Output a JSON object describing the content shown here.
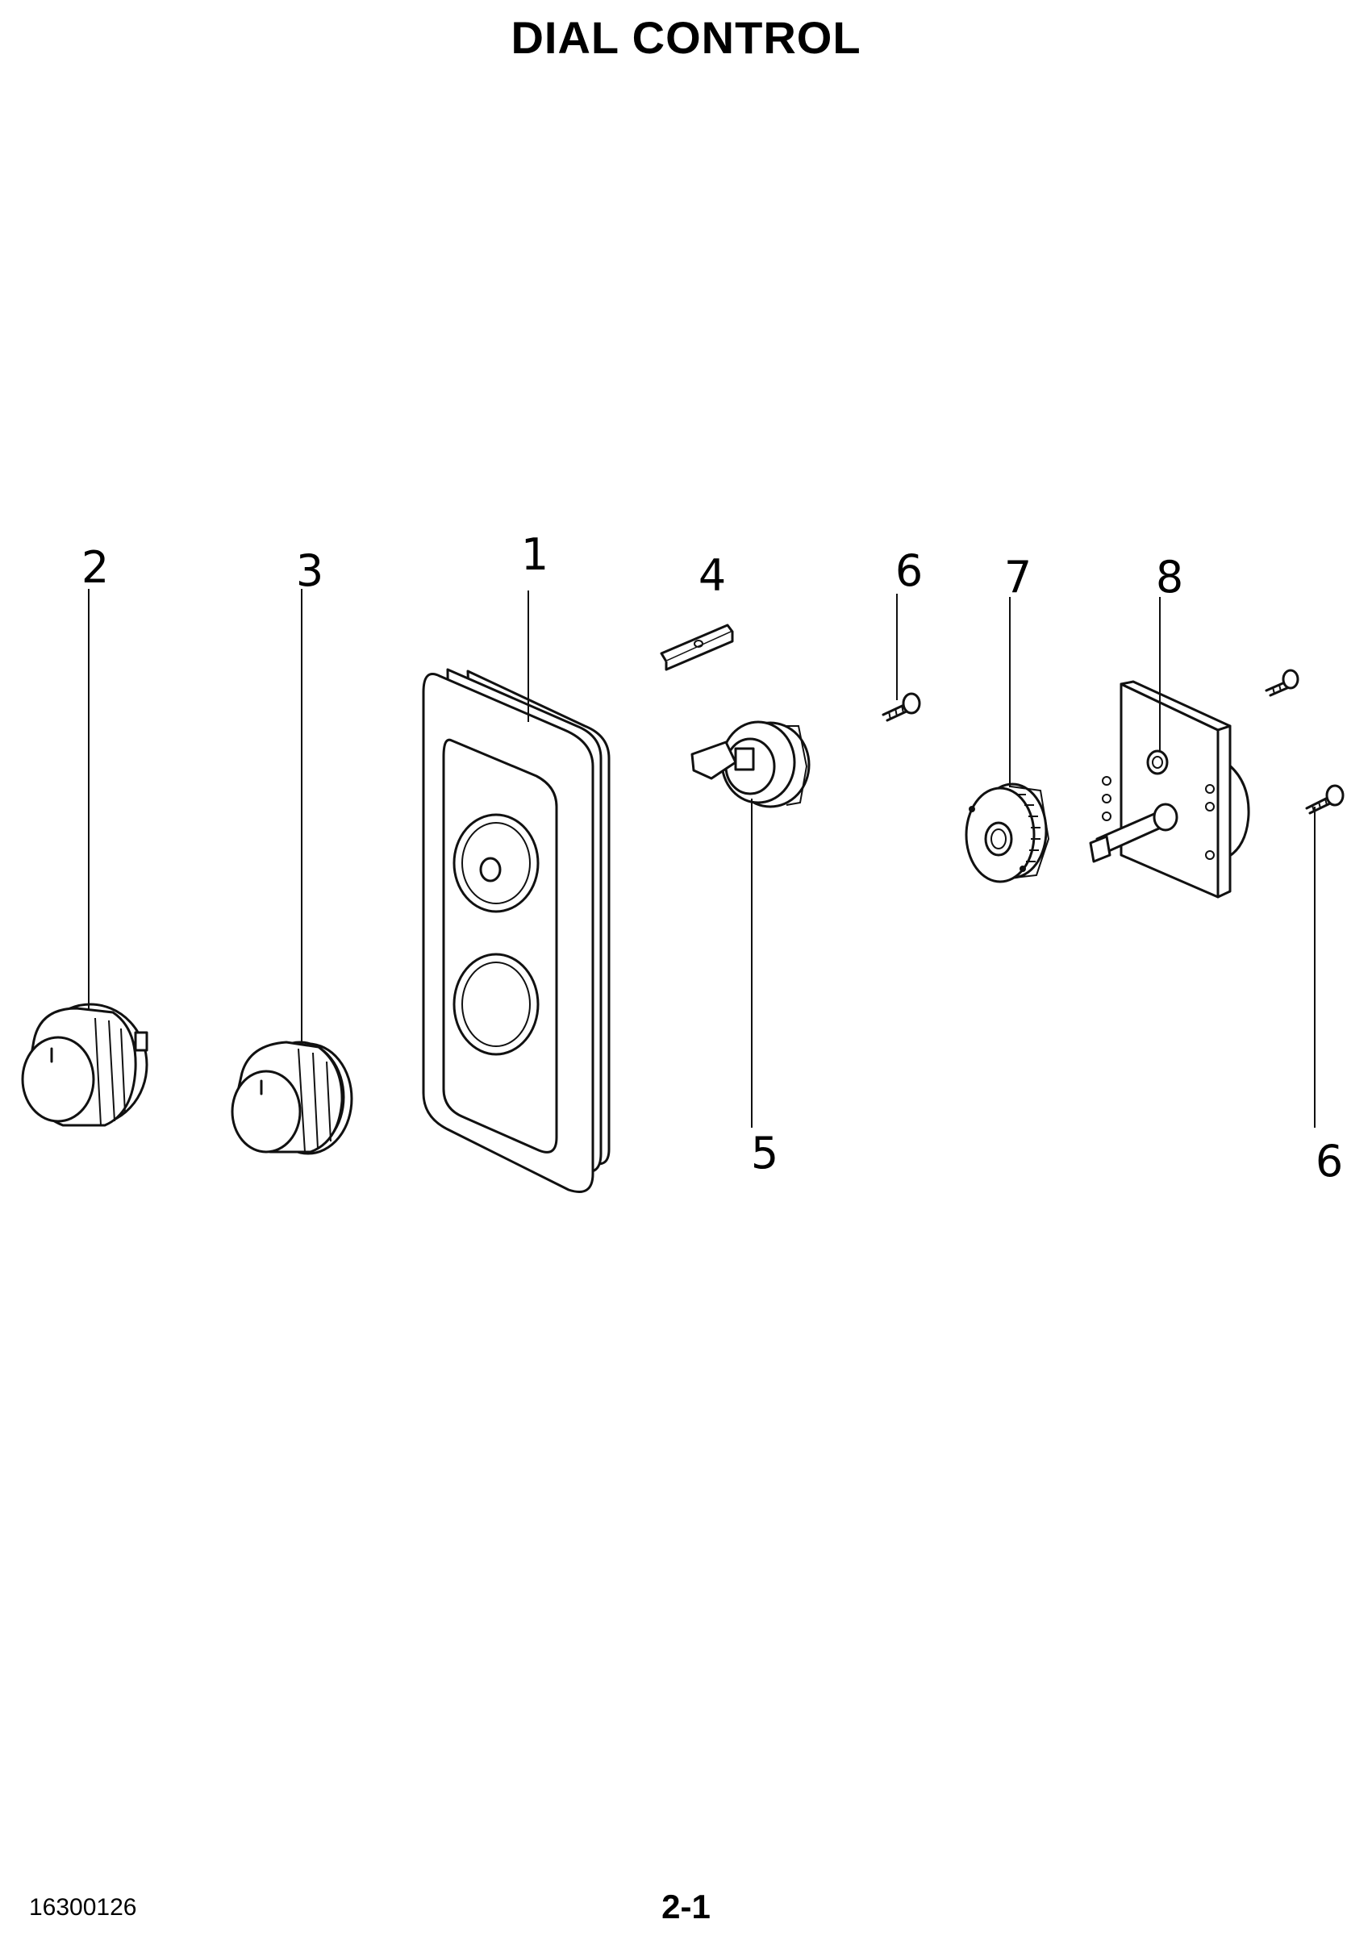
{
  "page": {
    "title": "DIAL CONTROL",
    "doc_number": "16300126",
    "page_number": "2-1"
  },
  "callouts": [
    {
      "id": "c1",
      "label": "1"
    },
    {
      "id": "c2",
      "label": "2"
    },
    {
      "id": "c3",
      "label": "3"
    },
    {
      "id": "c4",
      "label": "4"
    },
    {
      "id": "c5",
      "label": "5"
    },
    {
      "id": "c6a",
      "label": "6"
    },
    {
      "id": "c6b",
      "label": "6"
    },
    {
      "id": "c7",
      "label": "7"
    },
    {
      "id": "c8",
      "label": "8"
    }
  ]
}
